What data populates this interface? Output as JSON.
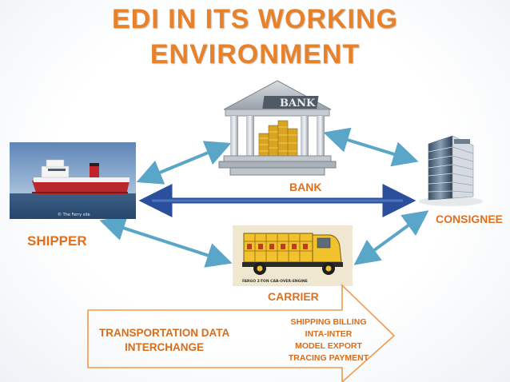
{
  "title": {
    "line1": "EDI IN ITS WORKING",
    "line2": "ENVIRONMENT"
  },
  "nodes": {
    "bank": {
      "label": "BANK",
      "sign": "BANK"
    },
    "shipper": {
      "label": "SHIPPER",
      "credit": "© The Ferry site"
    },
    "consignee": {
      "label": "CONSIGNEE"
    },
    "carrier": {
      "label": "CARRIER",
      "caption": "FARGO 2-TON CAB-OVER-ENGINE"
    }
  },
  "banner": {
    "left_line1": "TRANSPORTATION DATA",
    "left_line2": "INTERCHANGE",
    "right_lines": [
      "SHIPPING BILLING",
      "INTA-INTER",
      "MODEL EXPORT",
      "TRACING PAYMENT"
    ]
  },
  "colors": {
    "accent": "#e8822a",
    "arrow_teal": "#5aa6c8",
    "arrow_blue": "#2b4f9a"
  }
}
